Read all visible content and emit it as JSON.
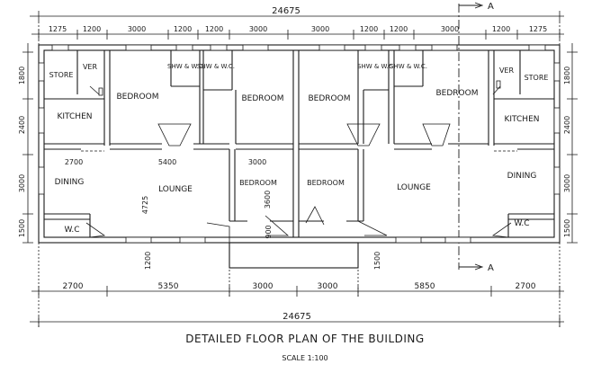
{
  "title": "DETAILED FLOOR PLAN OF THE BUILDING",
  "scale": "SCALE 1:100",
  "section_marker": "A",
  "dims": {
    "overall": "24675",
    "top": [
      "1275",
      "1200",
      "3000",
      "1200",
      "1200",
      "3000",
      "3000",
      "1200",
      "1200",
      "3000",
      "1200",
      "1275"
    ],
    "bottom": [
      "2700",
      "5350",
      "3000",
      "3000",
      "5850",
      "2700"
    ],
    "left": [
      "1800",
      "2400",
      "3000",
      "1500"
    ],
    "right": [
      "1800",
      "2400",
      "3000",
      "1500"
    ],
    "interior": {
      "kitchen_width": "2700",
      "lounge_width": "5400",
      "bedroom_width": "3000",
      "lounge_depth": "4725",
      "bedroom_depth": "3600",
      "porch_left": "1200",
      "porch_right": "1500",
      "door_small": "900"
    }
  },
  "rooms": {
    "store": "STORE",
    "ver": "VER",
    "kitchen": "KITCHEN",
    "dining": "DINING",
    "wc": "W.C",
    "bedroom": "BEDROOM",
    "lounge": "LOUNGE",
    "shw_wc": "SHW & W.C."
  }
}
